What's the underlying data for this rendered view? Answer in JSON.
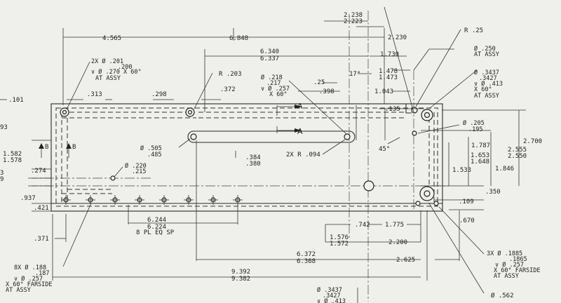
{
  "dims": {
    "d4565": "4.565",
    "d6848": "6.848",
    "d2238": "2.238",
    "d2223": "2.223",
    "d2230": "2.230",
    "r25": "R .25",
    "d6340": "6.340",
    "d6337": "6.337",
    "d1730": "1.730",
    "hole201_a": "2X Ø .201",
    "hole201_b": ".200",
    "hole201_c": "∨ Ø .270 X 60°",
    "hole201_d": "AT ASSY",
    "d313": ".313",
    "d298": ".298",
    "r203": "R .203",
    "d372": ".372",
    "d218_a": "Ø .218",
    "d218_b": ".217",
    "d218_c": "∨ Ø .257",
    "d218_d": "X 60°",
    "d25": ".25",
    "d17": "17°",
    "d1478": "1.478",
    "d1473": "1.473",
    "d398": ".398",
    "d1043": "1.043",
    "d250_a": "Ø .250",
    "d250_b": "AT ASSY",
    "d3437_a": "Ø .3437",
    "d3437_b": ".3427",
    "d3437_c": "∨ Ø .413",
    "d3437_d": "X 60°",
    "d3437_e": "AT ASSY",
    "d101": ".101",
    "d135": ".135",
    "sectA1": "A",
    "sectA2": "A",
    "d205": "Ø .205",
    "d195": ".195",
    "d2700": "2.700",
    "d1787": "1.787",
    "d2555": "2.555",
    "d2550": "2.550",
    "d1582": "1.582",
    "d1578": "1.578",
    "sectB1": "B",
    "sectB2": "B",
    "d505": "Ø .505",
    "d485": ".485",
    "d384": ".384",
    "d380": ".380",
    "r094": "2X R .094",
    "d45": "45°",
    "d1653": "1.653",
    "d1648": "1.648",
    "d1846": "1.846",
    "d220": "Ø .220",
    "d215": ".215",
    "d274": ".274",
    "d1533": "1.533",
    "d350": ".350",
    "d937": ".937",
    "d421": ".421",
    "d109": ".109",
    "d6244": "6.244",
    "d6224": "6.224",
    "d8pl": "8 PL EQ SP",
    "d670": ".670",
    "d371": ".371",
    "d742": ".742",
    "d1775": "1.775",
    "d1576": "1.576",
    "d1572": "1.572",
    "d2200": "2.200",
    "d6372": "6.372",
    "d6368": "6.368",
    "d2625": "2.625",
    "h1885_a": "3X Ø .1885",
    "h1885_b": ".1865",
    "h1885_c": "∨ Ø .257",
    "h1885_d": "X 60° FARSIDE",
    "h1885_e": "AT ASSY",
    "h188_a": "8X Ø .188",
    "h188_b": ".187",
    "h188_c": "∨ Ø .257",
    "h188_d": "X 60° FARSIDE",
    "h188_e": "AT ASSY",
    "d9392": "9.392",
    "d9382": "9.382",
    "b3437_a": "Ø .3437",
    "b3437_b": ".3427",
    "b3437_c": "∨ Ø .413",
    "d562": "Ø .562",
    "l93": "93",
    "l3": "3",
    "l9": "9"
  }
}
